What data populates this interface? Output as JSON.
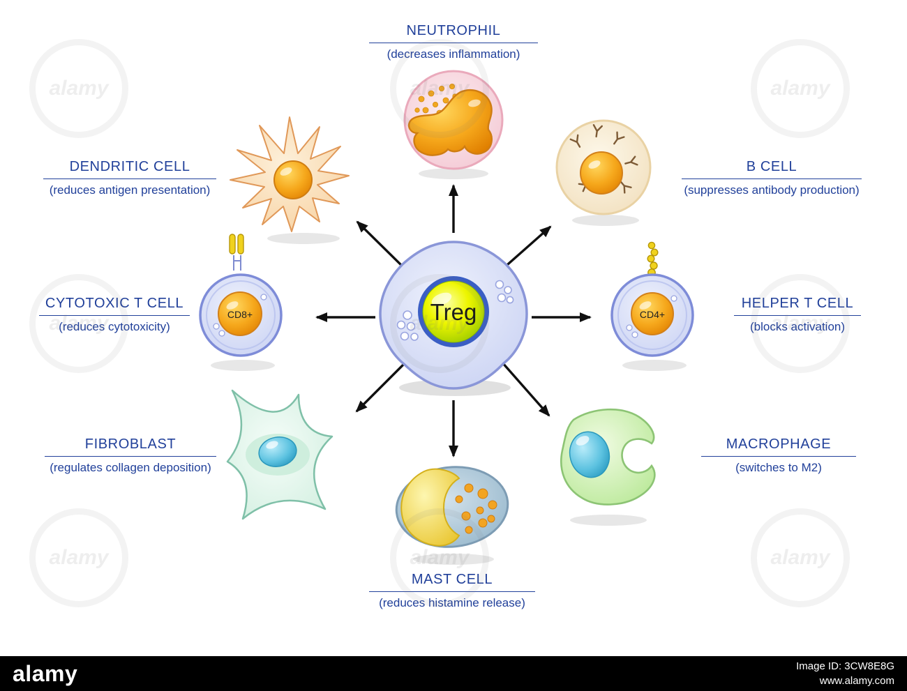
{
  "center": {
    "label": "Treg"
  },
  "cells": [
    {
      "id": "neutrophil",
      "name": "NEUTROPHIL",
      "effect": "(decreases inflammation)"
    },
    {
      "id": "b-cell",
      "name": "B CELL",
      "effect": "(suppresses antibody production)"
    },
    {
      "id": "helper-t-cell",
      "name": "HELPER T CELL",
      "effect": "(blocks activation)",
      "marker": "CD4+"
    },
    {
      "id": "macrophage",
      "name": "MACROPHAGE",
      "effect": "(switches to M2)"
    },
    {
      "id": "mast-cell",
      "name": "MAST CELL",
      "effect": "(reduces histamine release)"
    },
    {
      "id": "fibroblast",
      "name": "FIBROBLAST",
      "effect": "(regulates collagen deposition)"
    },
    {
      "id": "cytotoxic-t-cell",
      "name": "CYTOTOXIC T CELL",
      "effect": "(reduces cytotoxicity)",
      "marker": "CD8+"
    },
    {
      "id": "dendritic-cell",
      "name": "DENDRITIC CELL",
      "effect": "(reduces antigen presentation)"
    }
  ],
  "footer": {
    "brand": "alamy",
    "image_id": "Image ID: 3CW8E8G",
    "url": "www.alamy.com"
  },
  "colors": {
    "label_blue": "#21409a",
    "arrow_black": "#101010",
    "treg_body": "#dde3f7",
    "treg_nucleus": "#e8f400",
    "footer_bg": "#000000"
  }
}
